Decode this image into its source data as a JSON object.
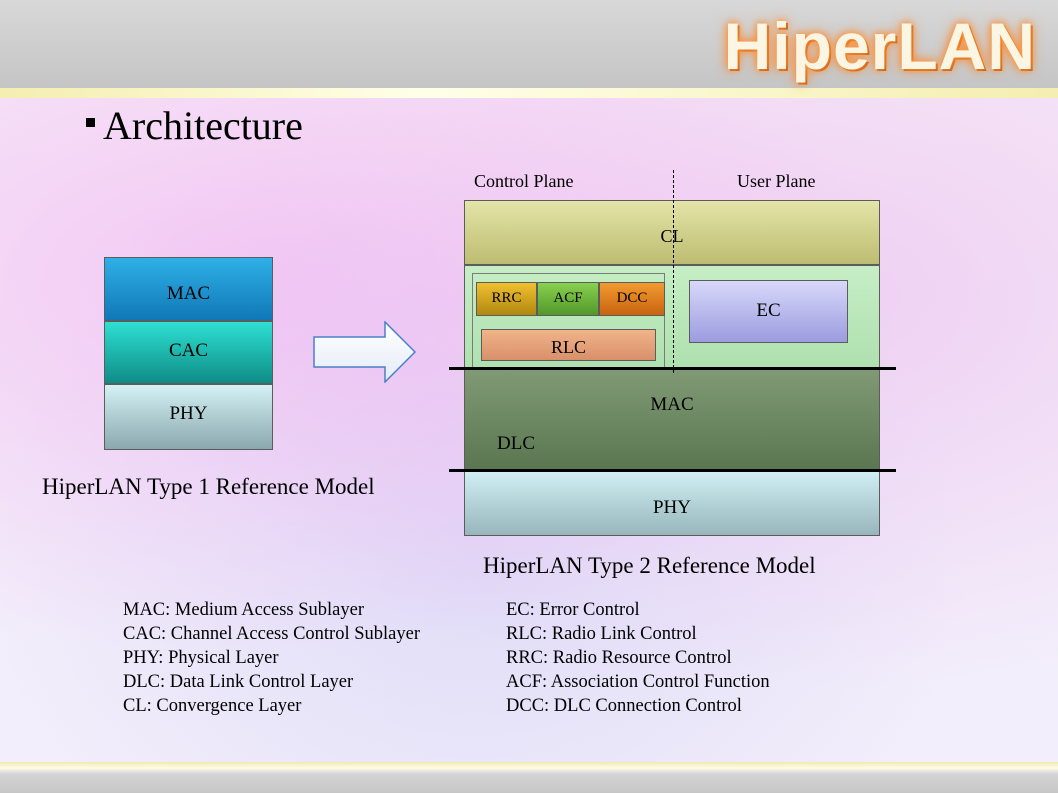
{
  "header": {
    "brand": "HiperLAN"
  },
  "slide": {
    "bullet_title": "Architecture"
  },
  "type1": {
    "layers": [
      "MAC",
      "CAC",
      "PHY"
    ],
    "caption": "HiperLAN Type 1 Reference Model"
  },
  "type2": {
    "control_plane": "Control Plane",
    "user_plane": "User Plane",
    "cl": "CL",
    "rrc": "RRC",
    "acf": "ACF",
    "dcc": "DCC",
    "ec": "EC",
    "rlc": "RLC",
    "mac": "MAC",
    "dlc": "DLC",
    "phy": "PHY",
    "caption": "HiperLAN Type 2 Reference Model"
  },
  "legend": {
    "left": [
      "MAC: Medium Access Sublayer",
      "CAC: Channel Access Control Sublayer",
      "PHY: Physical Layer",
      "DLC: Data Link Control Layer",
      "CL: Convergence Layer"
    ],
    "right": [
      "EC: Error Control",
      "RLC: Radio Link Control",
      "RRC: Radio Resource Control",
      "ACF: Association Control Function",
      "DCC: DLC Connection Control"
    ]
  },
  "colors": {
    "mac1": "#1a9ad6",
    "cac": "#11a8a0",
    "phy": "#a8d6dc",
    "cl": "#cfcf8a",
    "mac2": "#6d8a62",
    "rrc": "#c8a018",
    "acf": "#6db43a",
    "dcc": "#e07a18",
    "rlc": "#e6a27a",
    "ec": "#b8b8ee"
  }
}
